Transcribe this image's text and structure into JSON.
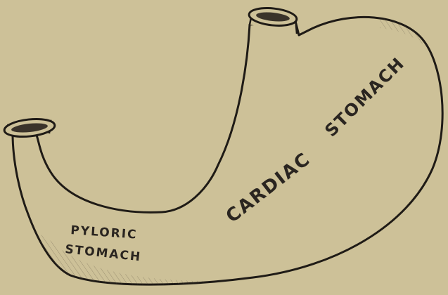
{
  "figure": {
    "labels": {
      "cardiac_word1": "CARDIAC",
      "cardiac_word2": "STOMACH",
      "pyloric_word1": "PYLORIC",
      "pyloric_word2": "STOMACH"
    },
    "colors": {
      "background": "#cdc198",
      "ink": "#2a2520",
      "shading": "#5a5040"
    }
  }
}
